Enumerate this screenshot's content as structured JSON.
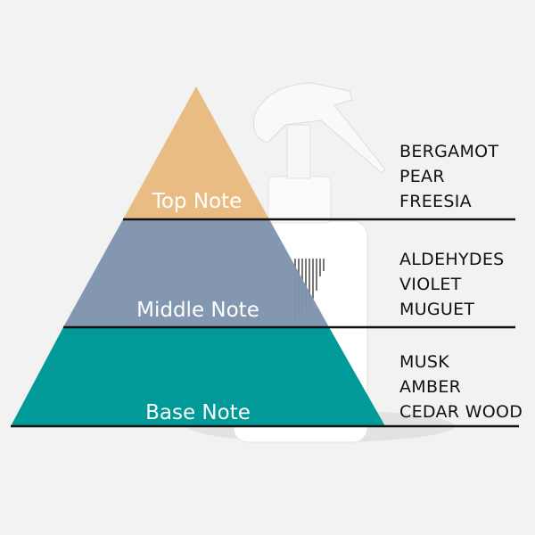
{
  "colors": {
    "top": "#e8bc82",
    "middle": "#8094ae",
    "base": "#019a98",
    "background": "#f2f2f2"
  },
  "tiers": [
    {
      "label": "Top Note",
      "notes": [
        "BERGAMOT",
        "PEAR",
        "FREESIA"
      ]
    },
    {
      "label": "Middle Note",
      "notes": [
        "ALDEHYDES",
        "VIOLET",
        "MUGUET"
      ]
    },
    {
      "label": "Base Note",
      "notes": [
        "MUSK",
        "AMBER",
        "CEDAR WOOD"
      ]
    }
  ]
}
